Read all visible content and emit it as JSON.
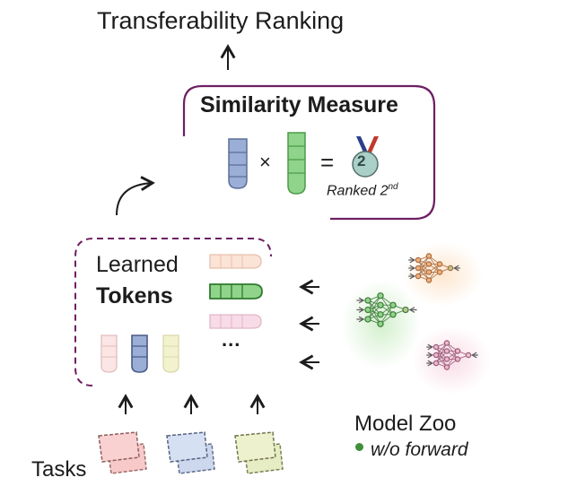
{
  "diagram": {
    "title": "Transferability Ranking",
    "similarity": {
      "title": "Similarity Measure",
      "operator_times": "×",
      "operator_equals": "=",
      "medal_number": "2",
      "ranked_text": "Ranked 2",
      "ranked_sup": "nd"
    },
    "learned": {
      "line1": "Learned",
      "line2": "Tokens",
      "ellipsis": "..."
    },
    "model_zoo": {
      "label": "Model Zoo",
      "note": "w/o forward"
    },
    "tasks": {
      "label": "Tasks"
    },
    "colors": {
      "frame_purple": "#6e1f62",
      "blue": "#9aaed6",
      "green": "#8fd48a",
      "pink": "#efc3cf",
      "yellow": "#eef0c2",
      "orange": "#f2b27e",
      "sage": "#b8c792"
    },
    "icons": [
      "up-arrow-icon",
      "curved-arrow-icon",
      "left-arrow-icon",
      "medal-icon",
      "neural-network-icon",
      "task-paper-icon",
      "token-icon"
    ]
  }
}
